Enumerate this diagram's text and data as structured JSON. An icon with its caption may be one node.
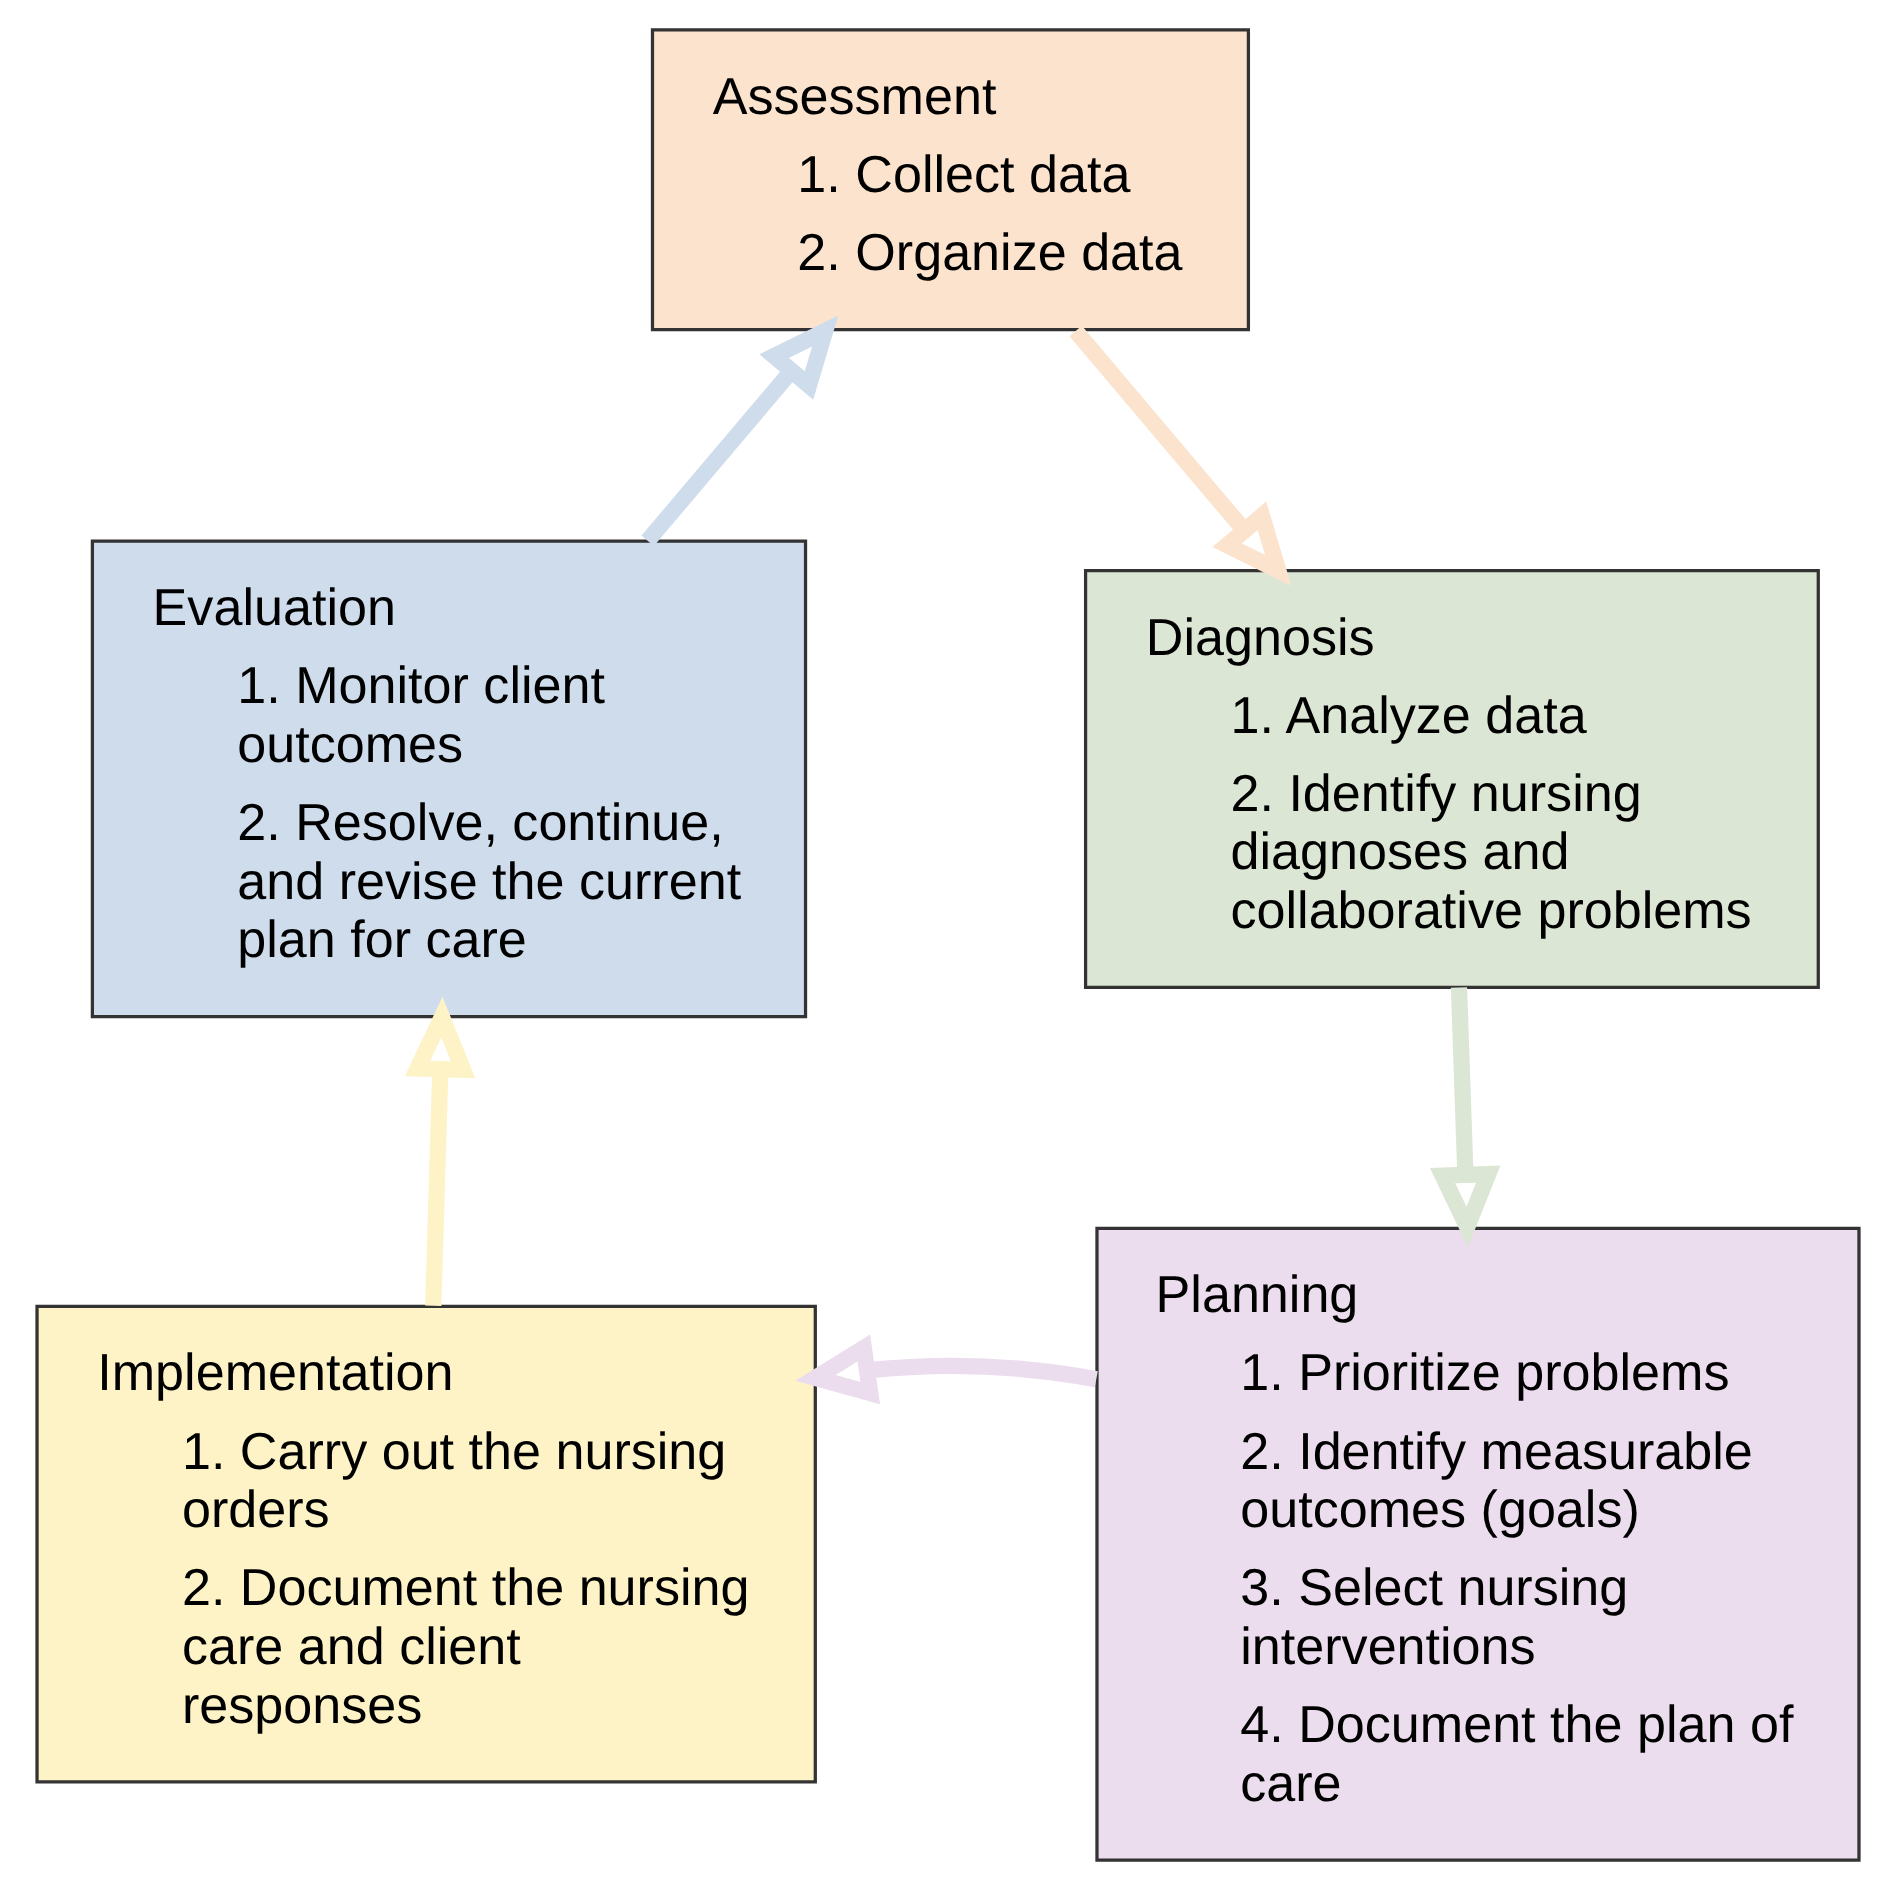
{
  "diagram": {
    "nodes": [
      {
        "text": [
          "Assessment",
          "1. Collect data",
          "2. Organize data"
        ]
      },
      {
        "text": [
          "Diagnosis",
          "1. Analyze data",
          "2. Identify nursing diagnoses and collaborative problems"
        ]
      },
      {
        "text": [
          "Evaluation",
          "1. Monitor client outcomes",
          "2. Resolve, continue, and revise the current plan for care"
        ]
      },
      {
        "text": [
          "Planning",
          "1. Prioritize problems",
          "2. Identify measurable outcomes (goals)",
          "3. Select nursing interventions",
          "4. Document the plan of care"
        ]
      },
      {
        "text": [
          "Implementation",
          "1. Carry out the nursing orders",
          "2. Document the nursing care and client responses"
        ]
      }
    ],
    "edges": [
      {
        "from": 0,
        "to": 1,
        "arrow": "to",
        "color": "#fbe3cd"
      },
      {
        "from": 1,
        "to": 3,
        "arrow": "to",
        "color": "#dce6d4"
      },
      {
        "from": 3,
        "to": 4,
        "arrow": "to",
        "color": "#ebdded"
      },
      {
        "from": 4,
        "to": 2,
        "arrow": "to",
        "color": "#fdf3c7"
      },
      {
        "from": 2,
        "to": 0,
        "arrow": "to",
        "color": "#cfdcec"
      }
    ]
  }
}
